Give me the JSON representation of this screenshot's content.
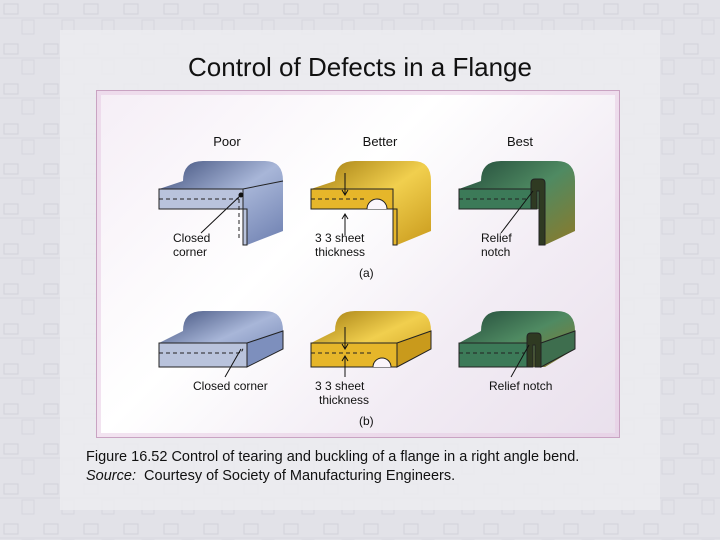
{
  "title": "Control of Defects in a Flange",
  "figure": {
    "headers": {
      "poor": "Poor",
      "better": "Better",
      "best": "Best"
    },
    "row_a": {
      "poor_label_1": "Closed",
      "poor_label_2": "corner",
      "better_label_1": "3 3 sheet",
      "better_label_2": "thickness",
      "best_label_1": "Relief",
      "best_label_2": "notch",
      "tag": "(a)"
    },
    "row_b": {
      "poor_label": "Closed corner",
      "better_label_1": "3 3 sheet",
      "better_label_2": "thickness",
      "best_label": "Relief notch",
      "tag": "(b)"
    }
  },
  "caption": {
    "line1": "Figure 16.52  Control of tearing and buckling of a flange in a right angle bend.",
    "source_label": "Source:",
    "source_text": "  Courtesy of Society of Manufacturing Engineers."
  },
  "colors": {
    "poor": "#8ea0c8",
    "better": "#e3b42a",
    "best": "#3f7d5c"
  }
}
